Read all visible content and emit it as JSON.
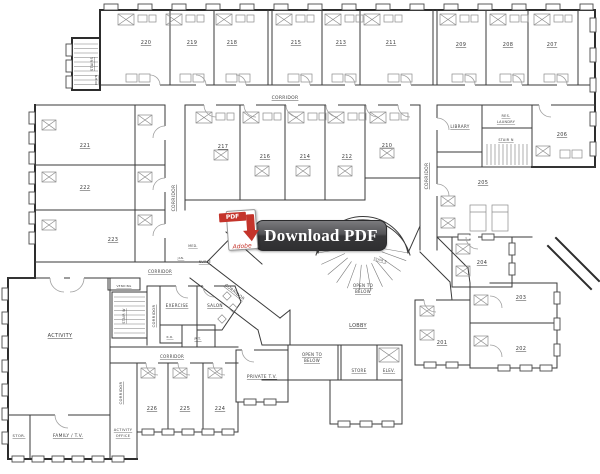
{
  "page": {
    "background": "#ffffff",
    "drawing_line_color": "#2d2d2d",
    "fixture_line_color": "#8c8c8c"
  },
  "download_button": {
    "label": "Download PDF",
    "bg_top": "#7a7a7d",
    "bg_bottom": "#2f2f31",
    "text_color": "#ffffff",
    "icon": {
      "name": "adobe-pdf-download-icon",
      "badge_text": "PDF",
      "brand_text": "Adobe",
      "accent_color": "#c4342b"
    }
  },
  "labels": {
    "r201": "201",
    "r202": "202",
    "r203": "203",
    "r204": "204",
    "r205": "205",
    "r206": "206",
    "r207": "207",
    "r208": "208",
    "r209": "209",
    "r210": "210",
    "r211": "211",
    "r212": "212",
    "r213": "213",
    "r214": "214",
    "r215": "215",
    "r216": "216",
    "r217": "217",
    "r218": "218",
    "r219": "219",
    "r220": "220",
    "r221": "221",
    "r222": "222",
    "r223": "223",
    "r224": "224",
    "r225": "225",
    "r226": "226",
    "corridor": "CORRIDOR",
    "stairs": "STAIRS",
    "down": "DOWN",
    "stair_n": "STAIR N",
    "stair_s": "STAIR S",
    "stair_w": "STAIR W",
    "library": "LIBRARY",
    "res": "RES.",
    "laundry": "LAUNDRY",
    "open_to": "OPEN TO",
    "below": "BELOW",
    "lobby": "LOBBY",
    "store": "STORE",
    "elev": "ELEV.",
    "exercise": "EXERCISE",
    "salon": "SALON",
    "pt": "P.T.",
    "rr": "R.R.",
    "med": "MED.",
    "jan": "JAN.",
    "nurse": "NURSE",
    "vending": "VENDING",
    "activity": "ACTIVITY",
    "stor": "STOR.",
    "family_tv": "FAMILY / T.V.",
    "activity_office_1": "ACTIVITY",
    "activity_office_2": "OFFICE",
    "private_tv": "PRIVATE T.V."
  }
}
